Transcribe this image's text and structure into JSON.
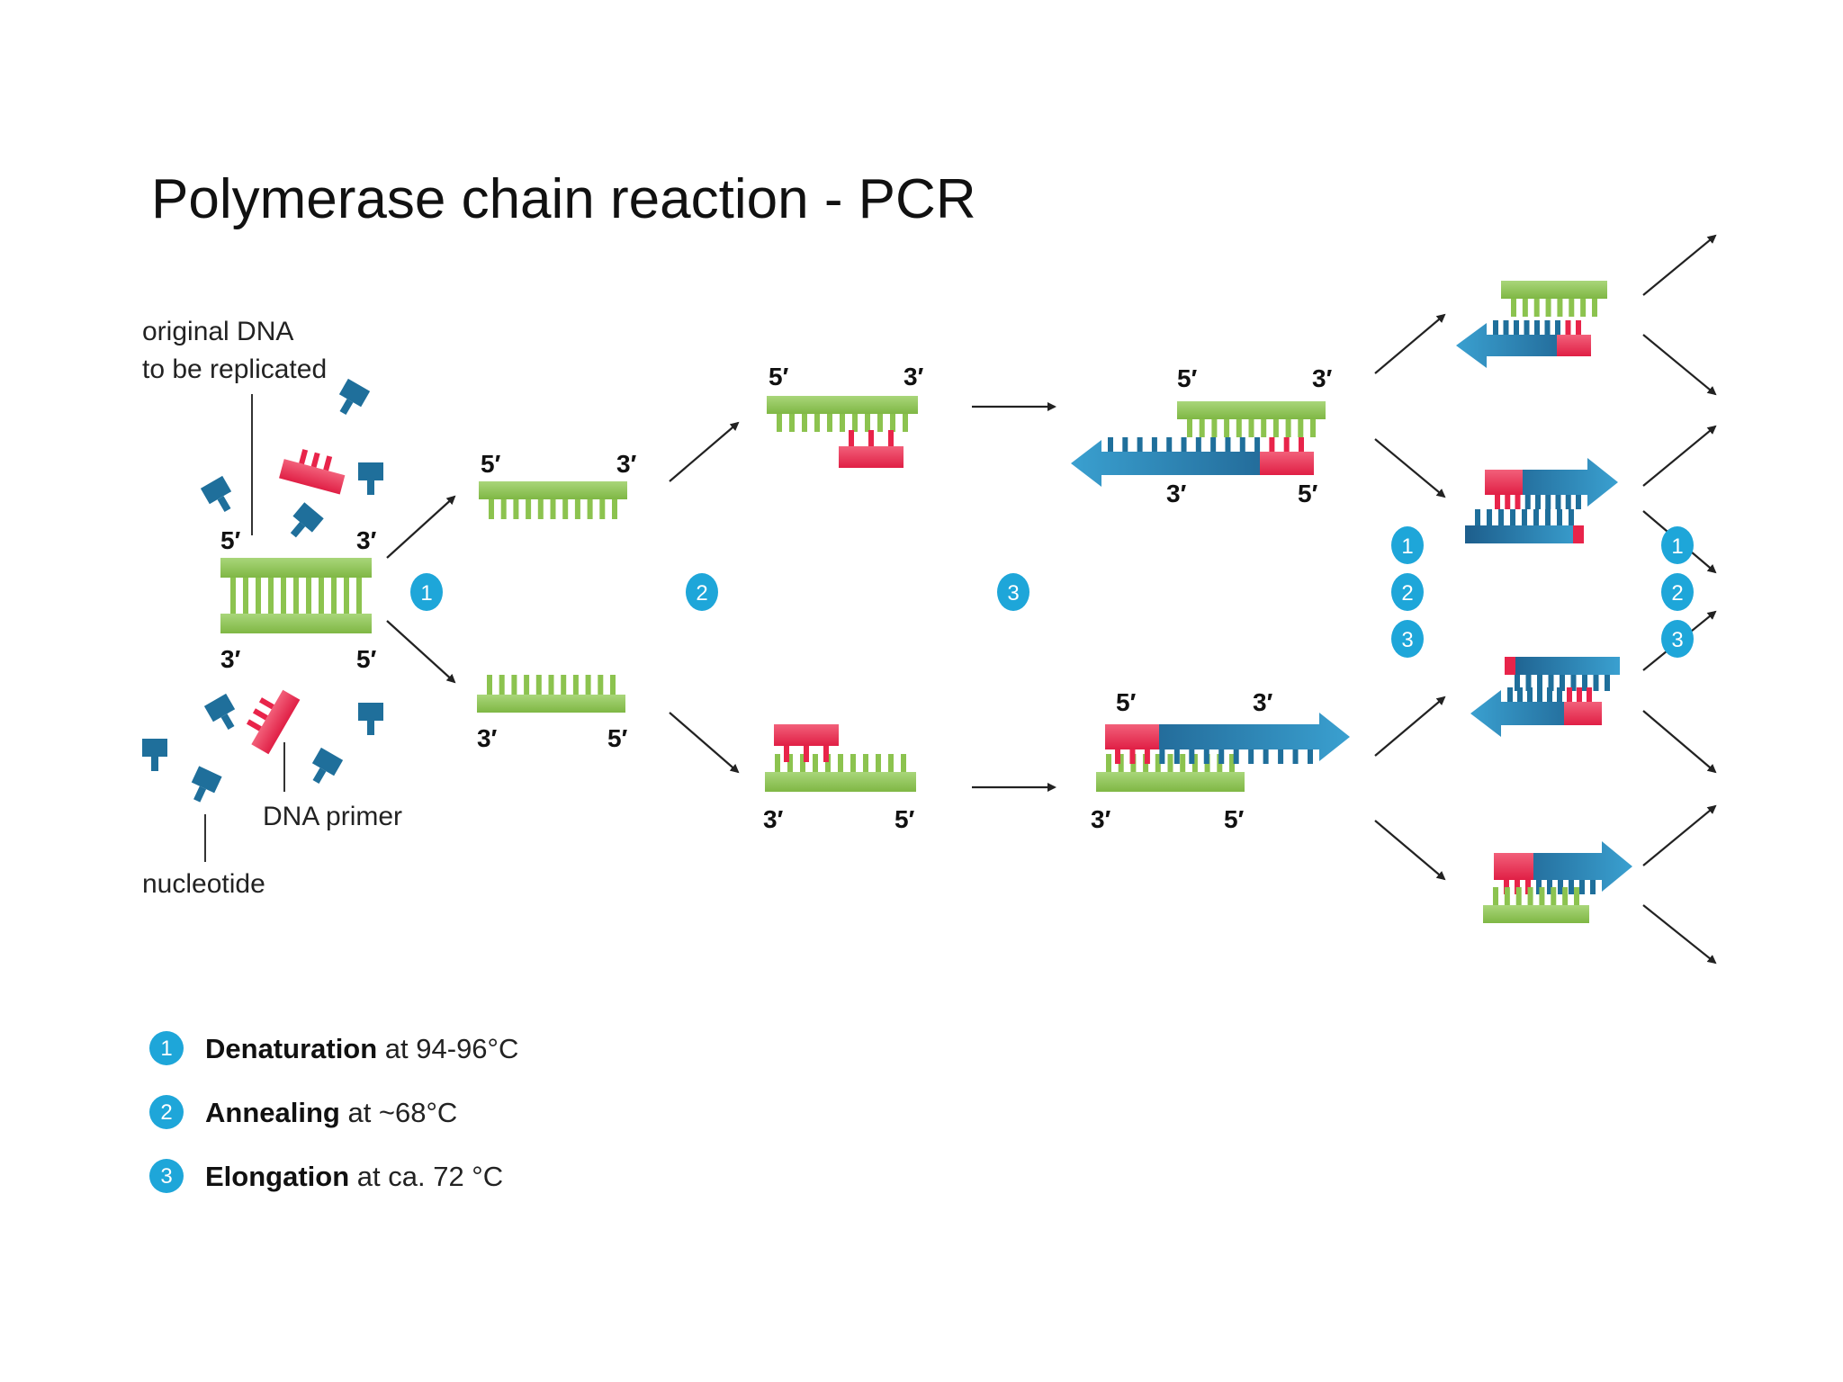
{
  "title": "Polymerase chain reaction - PCR",
  "labels": {
    "original_dna": [
      "original DNA",
      "to be replicated"
    ],
    "dna_primer": "DNA primer",
    "nucleotide": "nucleotide"
  },
  "ends": {
    "five": "5′",
    "three": "3′"
  },
  "steps": [
    "1",
    "2",
    "3"
  ],
  "legend": [
    {
      "num": "1",
      "bold": "Denaturation",
      "rest": " at 94-96°C"
    },
    {
      "num": "2",
      "bold": "Annealing",
      "rest": " at ~68°C"
    },
    {
      "num": "3",
      "bold": "Elongation",
      "rest": " at ca. 72 °C"
    }
  ],
  "colors": {
    "template": "#8cc34f",
    "primer": "#e8244a",
    "nucleotide": "#1f6f9b",
    "new_strand": "#2a7fb0",
    "badge": "#1ea6d9"
  }
}
